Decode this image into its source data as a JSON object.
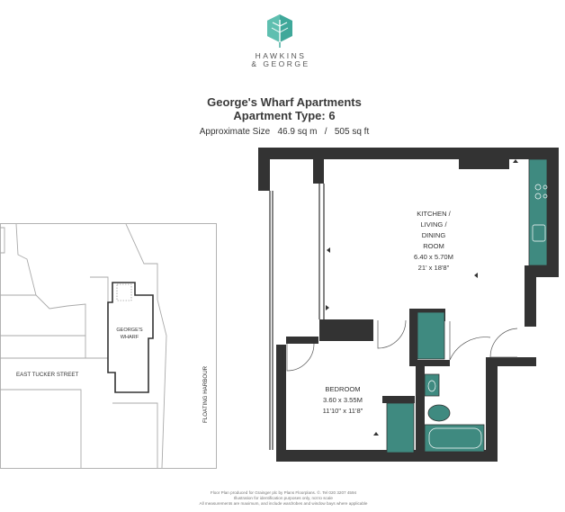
{
  "brand": {
    "name_line1": "HAWKINS",
    "name_line2": "& GEORGE",
    "logo": "teal-leaf-icon",
    "logo_color": "#3fa89a"
  },
  "heading": {
    "development": "George's Wharf Apartments",
    "apartment_type": "Apartment Type: 6"
  },
  "size": {
    "label": "Approximate Size",
    "metric": "46.9 sq m",
    "separator": "/",
    "imperial": "505 sq ft"
  },
  "rooms": {
    "kitchen": {
      "name_line1": "KITCHEN /",
      "name_line2": "LIVING /",
      "name_line3": "DINING",
      "name_line4": "ROOM",
      "metric": "6.40 x 5.70M",
      "imperial": "21' x 18'8\""
    },
    "bedroom": {
      "name": "BEDROOM",
      "metric": "3.60 x 3.55M",
      "imperial": "11'10\" x 11'8\""
    }
  },
  "location_map": {
    "building": "GEORGE'S",
    "building_line2": "WHARF",
    "street": "EAST TUCKER STREET",
    "harbour": "FLOATING HARBOUR"
  },
  "colors": {
    "wall": "#333333",
    "fixture_teal": "#3f8a80",
    "map_line": "#aaaaaa"
  },
  "footer": {
    "line1": "Floor Plan produced for Grainger plc by Plans Floorplans. ©. Tel 020 3207 4594",
    "line2": "Illustration for identification purposes only, not to scale",
    "line3": "All measurements are maximum, and include wardrobes and window bays where applicable"
  }
}
